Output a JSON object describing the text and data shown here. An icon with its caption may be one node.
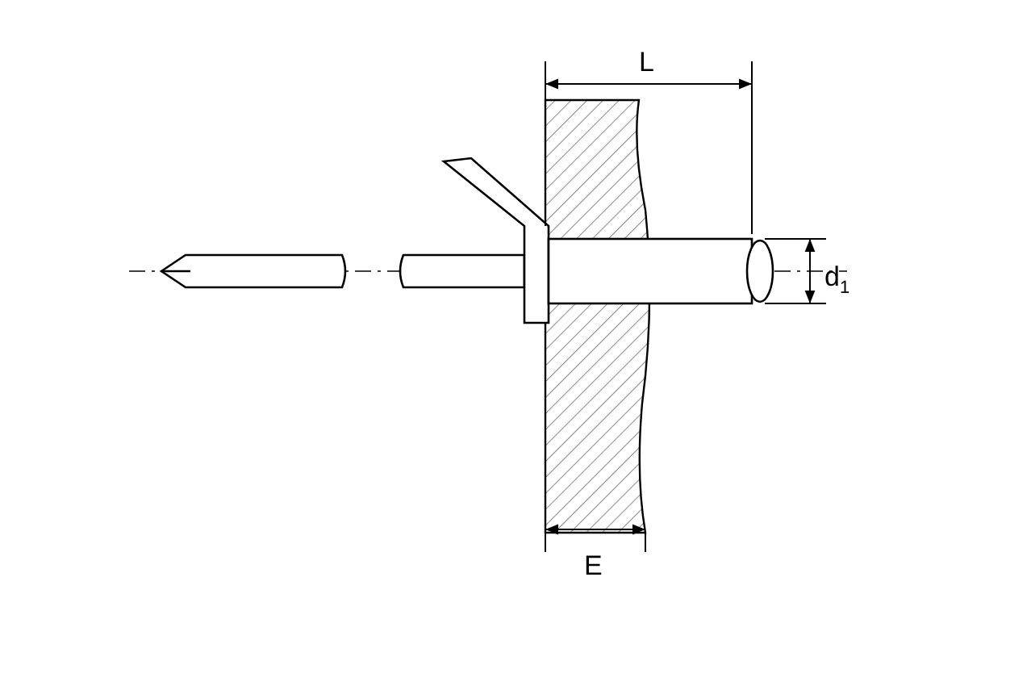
{
  "diagram": {
    "labels": [
      "L",
      "d$_{1}$",
      "E"
    ]
  }
}
